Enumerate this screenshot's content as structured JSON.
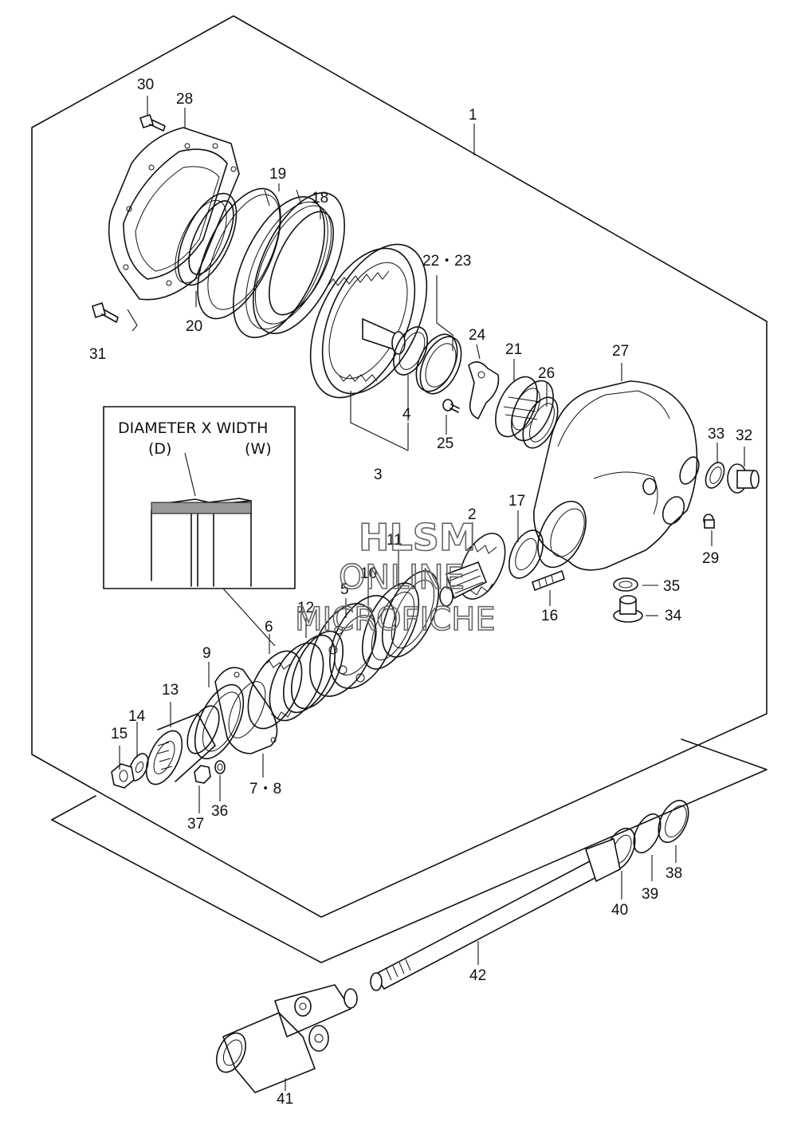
{
  "callouts": {
    "c1": "1",
    "c2": "2",
    "c3": "3",
    "c4": "4",
    "c5": "5",
    "c6": "6",
    "c7_8": "7・8",
    "c9": "9",
    "c10": "10",
    "c11": "11",
    "c12": "12",
    "c13": "13",
    "c14": "14",
    "c15": "15",
    "c16": "16",
    "c17": "17",
    "c18": "18",
    "c19": "19",
    "c20": "20",
    "c21": "21",
    "c22_23": "22・23",
    "c24": "24",
    "c25": "25",
    "c26": "26",
    "c27": "27",
    "c28": "28",
    "c29": "29",
    "c30": "30",
    "c31": "31",
    "c32": "32",
    "c33": "33",
    "c34": "34",
    "c35": "35",
    "c36": "36",
    "c37": "37",
    "c38": "38",
    "c39": "39",
    "c40": "40",
    "c41": "41",
    "c42": "42"
  },
  "inset": {
    "title": "DIAMETER X WIDTH",
    "d_label": "(D)",
    "w_label": "(W)"
  },
  "watermark": {
    "line1": "HLSM",
    "line2": "ONLINE",
    "line3": "MICROFICHE"
  }
}
